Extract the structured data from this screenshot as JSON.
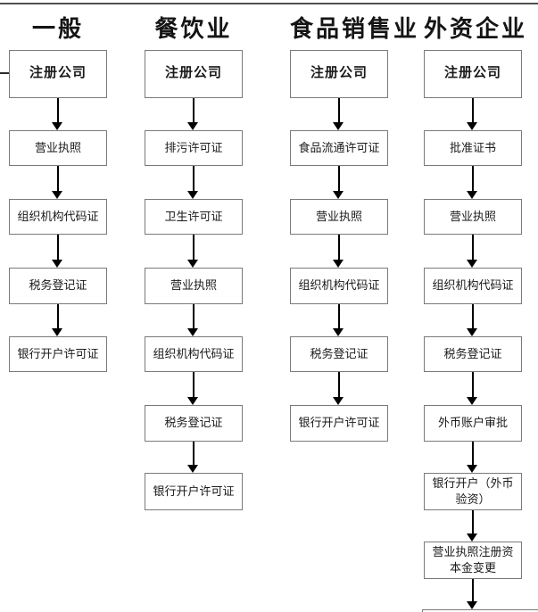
{
  "diagram": {
    "type": "flowchart",
    "language": "zh-CN",
    "box_border_color": "#7a7a7a",
    "arrow_color": "#000000",
    "text_color": "#1a1a1a",
    "background_color": "#ffffff"
  },
  "columns": [
    {
      "id": "general",
      "header": "一般",
      "steps": [
        "注册公司",
        "营业执照",
        "组织机构代码证",
        "税务登记证",
        "银行开户许可证"
      ]
    },
    {
      "id": "catering",
      "header": "餐饮业",
      "steps": [
        "注册公司",
        "排污许可证",
        "卫生许可证",
        "营业执照",
        "组织机构代码证",
        "税务登记证",
        "银行开户许可证"
      ]
    },
    {
      "id": "food-sales",
      "header": "食品销售业",
      "steps": [
        "注册公司",
        "食品流通许可证",
        "营业执照",
        "组织机构代码证",
        "税务登记证",
        "银行开户许可证"
      ]
    },
    {
      "id": "foreign-enterprise",
      "header": "外资企业",
      "steps": [
        "注册公司",
        "批准证书",
        "营业执照",
        "组织机构代码证",
        "税务登记证",
        "外币账户审批",
        "银行开户（外币验资）",
        "营业执照注册资本金变更"
      ]
    }
  ]
}
